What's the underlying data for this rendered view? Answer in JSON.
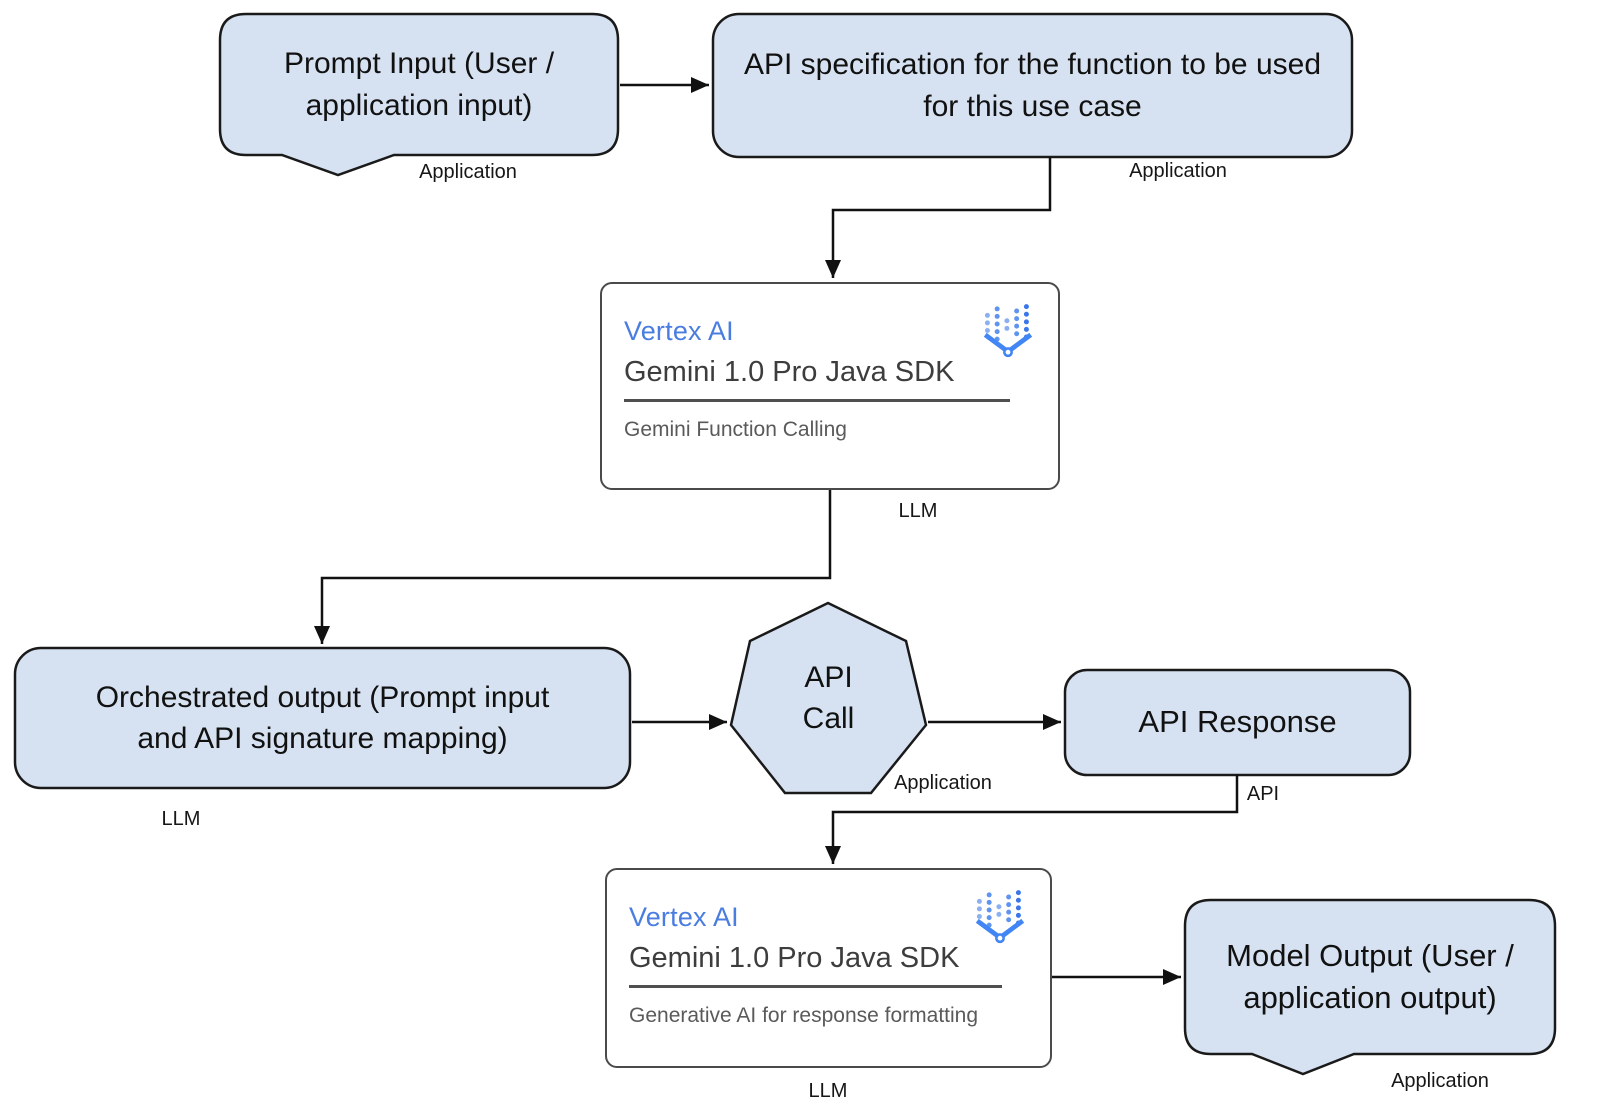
{
  "diagram": {
    "nodes": {
      "prompt_input": {
        "text": "Prompt Input (User / application input)",
        "role": "Application"
      },
      "api_spec": {
        "text": "API specification for the function to be used for this use case",
        "role": "Application"
      },
      "function_calling_llm": {
        "title": "Vertex AI",
        "subtitle": "Gemini 1.0 Pro Java SDK",
        "caption": "Gemini Function Calling",
        "role": "LLM",
        "icon": "vertex-ai-icon"
      },
      "orchestrated_output": {
        "text": "Orchestrated output (Prompt input and API signature mapping)",
        "role": "LLM"
      },
      "api_call": {
        "text": "API Call",
        "role": "Application"
      },
      "api_response": {
        "text": "API Response",
        "role": "API"
      },
      "response_formatting_llm": {
        "title": "Vertex AI",
        "subtitle": "Gemini 1.0 Pro Java SDK",
        "caption": "Generative AI for response formatting",
        "role": "LLM",
        "icon": "vertex-ai-icon"
      },
      "model_output": {
        "text": "Model Output (User / application output)",
        "role": "Application"
      }
    },
    "edges": [
      {
        "from": "prompt_input",
        "to": "api_spec"
      },
      {
        "from": "api_spec",
        "to": "function_calling_llm"
      },
      {
        "from": "function_calling_llm",
        "to": "orchestrated_output"
      },
      {
        "from": "orchestrated_output",
        "to": "api_call"
      },
      {
        "from": "api_call",
        "to": "api_response"
      },
      {
        "from": "api_response",
        "to": "response_formatting_llm"
      },
      {
        "from": "response_formatting_llm",
        "to": "model_output"
      }
    ],
    "colors": {
      "background": "#ffffff",
      "node_fill": "#d6e2f1",
      "node_border": "#1a1a1a",
      "card_background": "#ffffff",
      "card_border": "#4a4a4a",
      "vertex_ai_blue": "#4a7de0",
      "icon_blue": "#4285f4",
      "card_subtitle": "#3d3d3d",
      "card_caption": "#5a5a5a",
      "text": "#111111",
      "arrow": "#111111"
    }
  }
}
